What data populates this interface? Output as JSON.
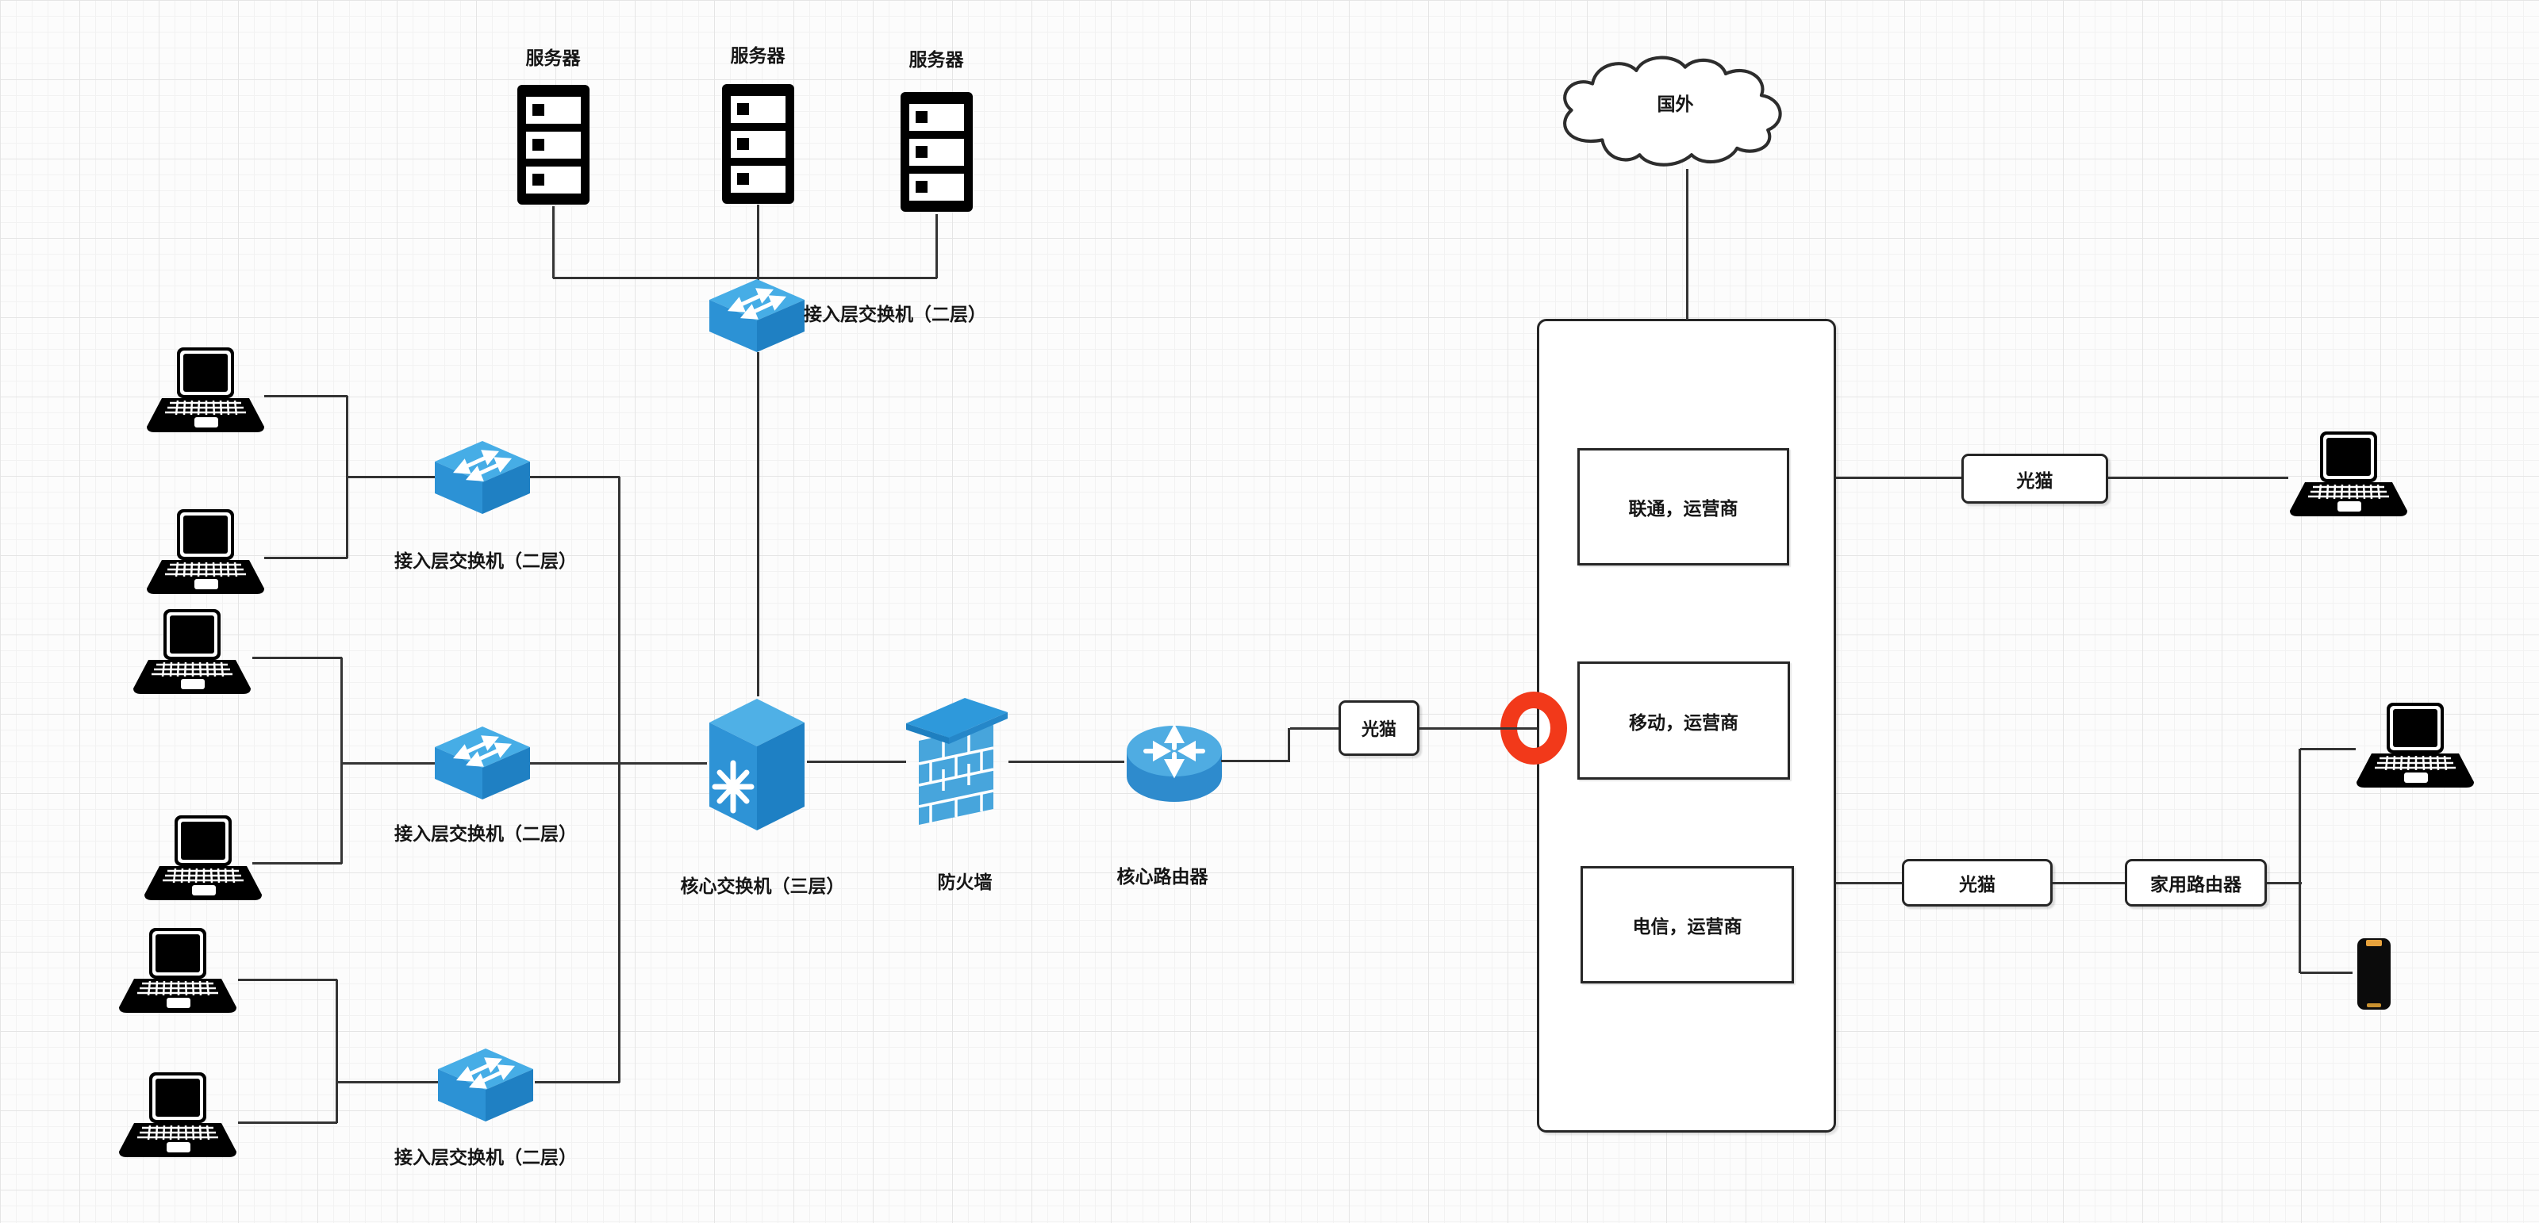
{
  "labels": {
    "server": "服务器",
    "access_switch": "接入层交换机（二层）",
    "core_switch": "核心交换机（三层）",
    "firewall": "防火墙",
    "core_router": "核心路由器",
    "optical_modem": "光猫",
    "overseas_cloud": "国外",
    "isp_unicom": "联通，运营商",
    "isp_mobile": "移动，运营商",
    "isp_telecom": "电信，运营商",
    "home_router": "家用路由器"
  },
  "colors": {
    "connector": "#343434",
    "shape_border": "#262626",
    "device_blue_top": "#46ADE6",
    "device_blue_front": "#2C92D5",
    "device_blue_side": "#1F80C3",
    "highlight_ring": "#F2391A",
    "phone_accent_top": "#E8A33D",
    "phone_accent_bottom": "#C9912F"
  }
}
